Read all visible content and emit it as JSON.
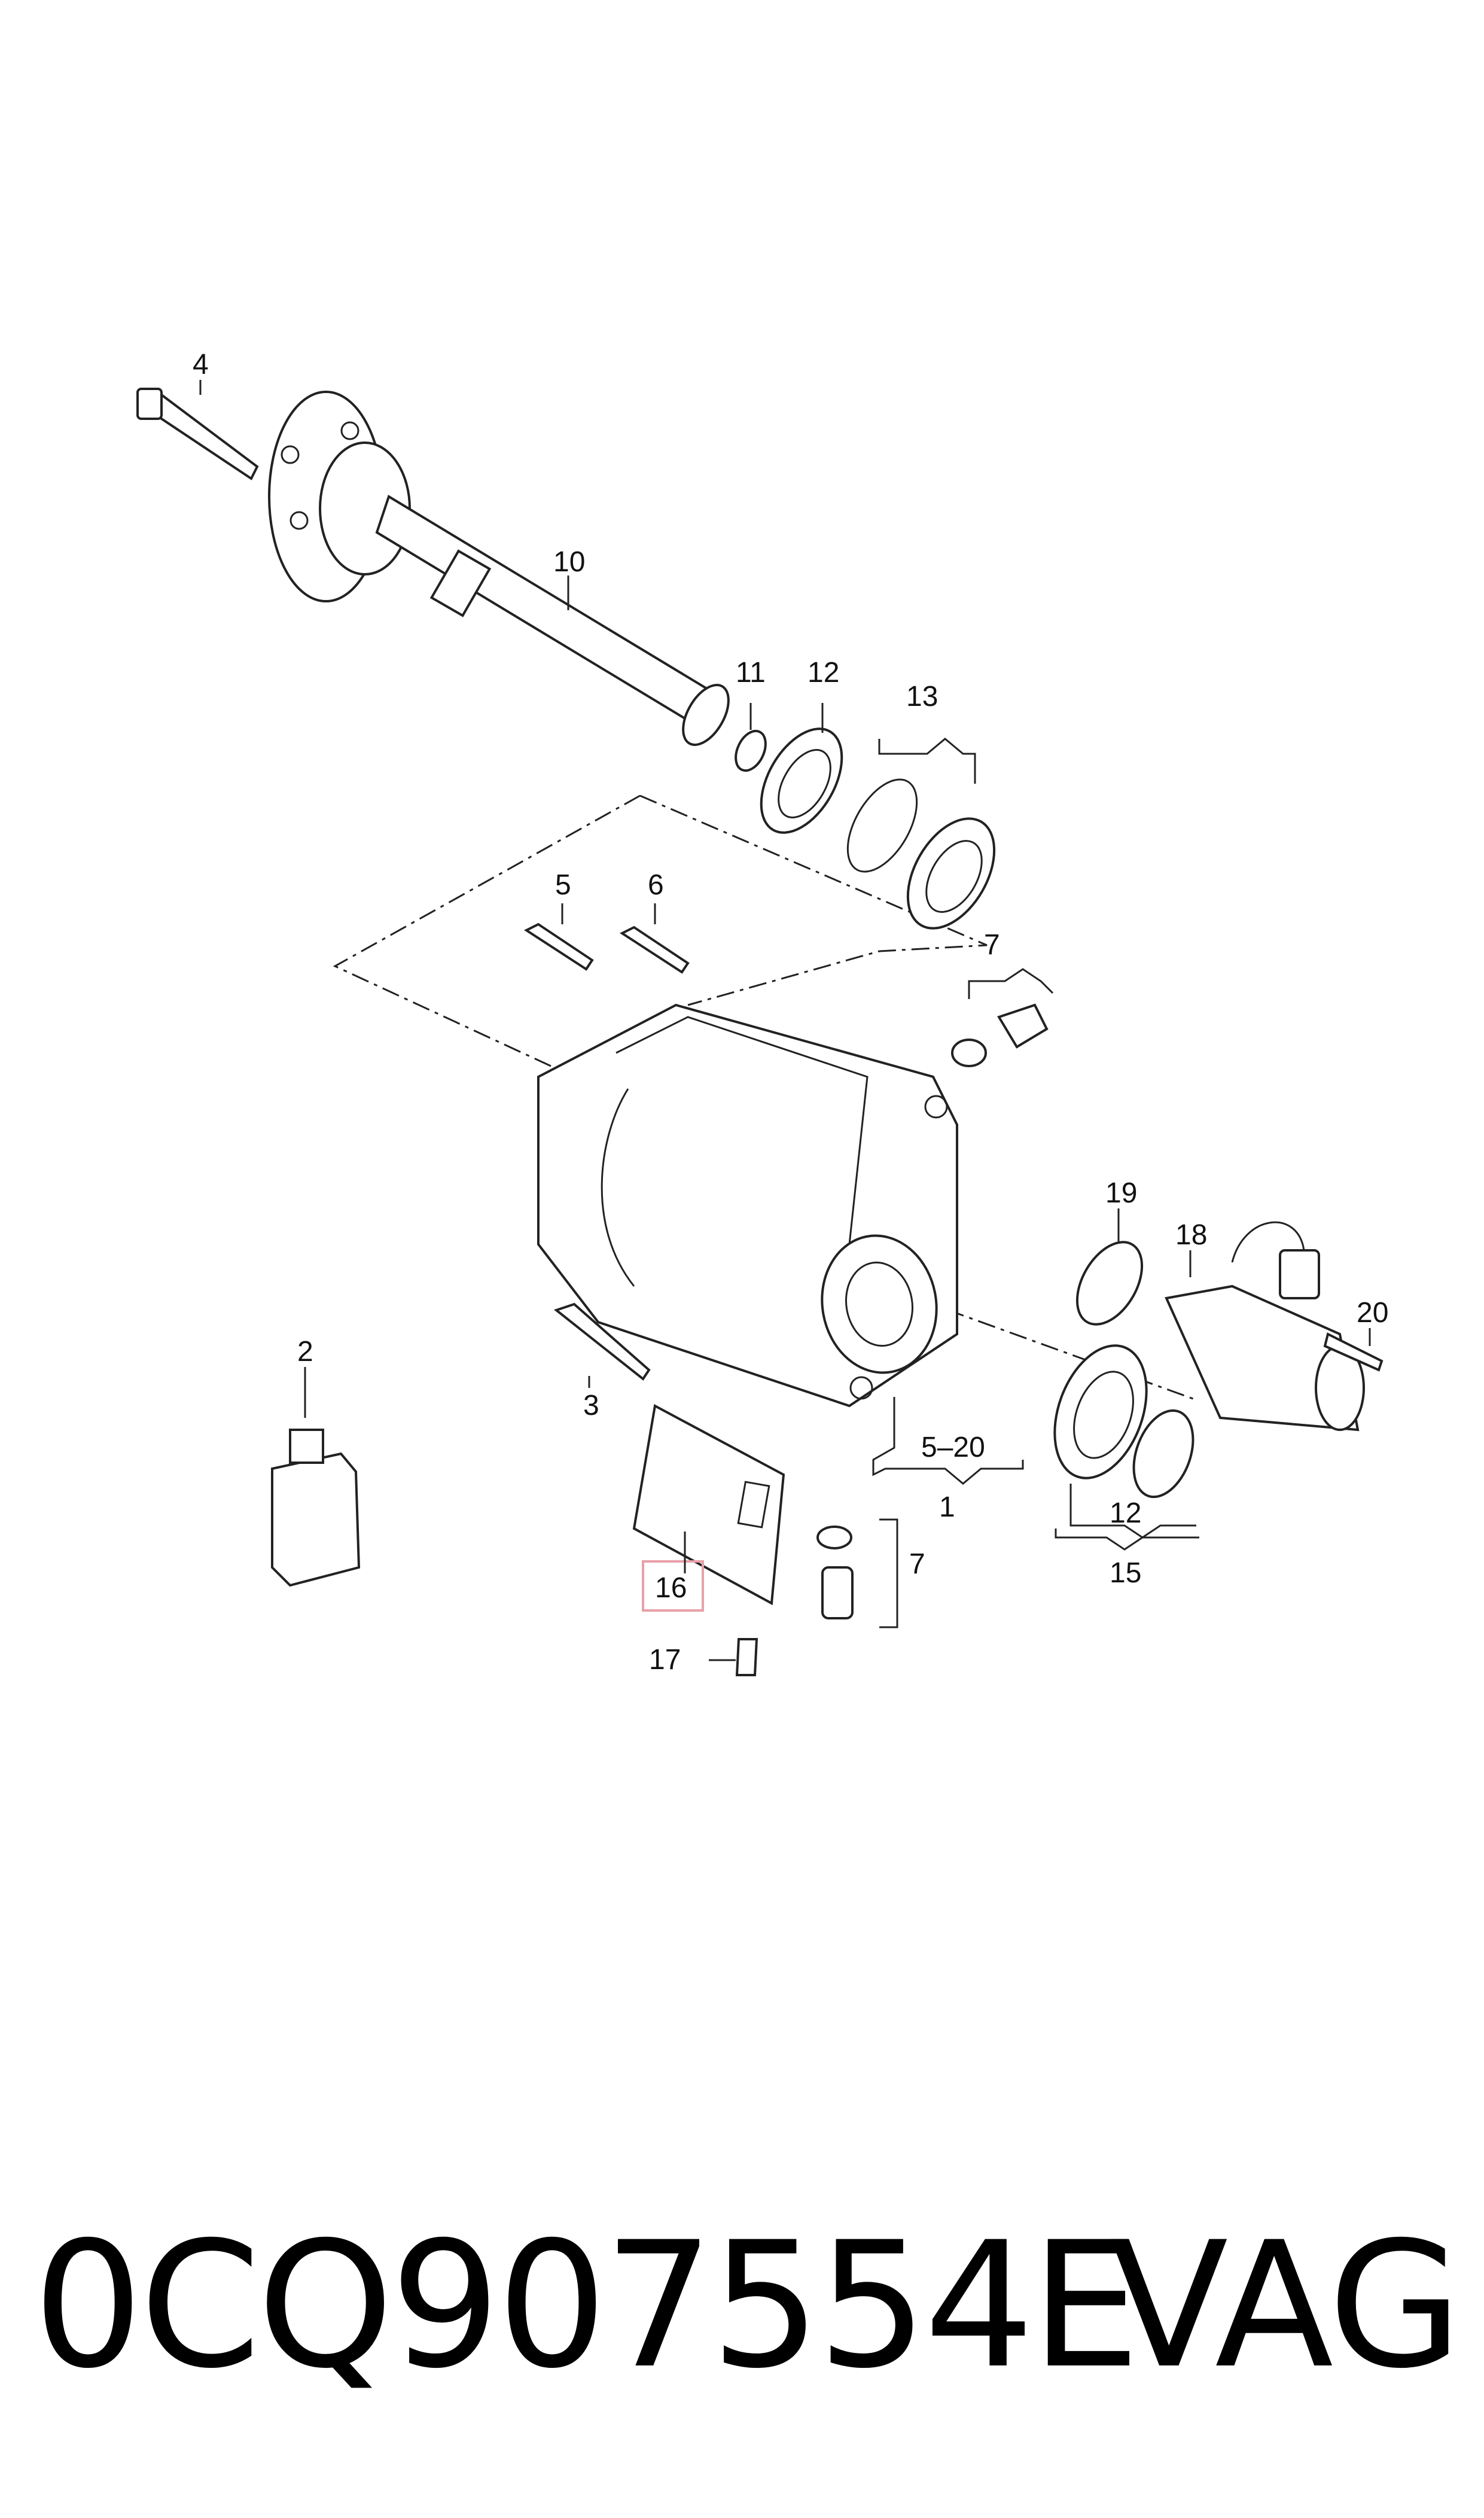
{
  "callouts": {
    "c1": "1",
    "c2": "2",
    "c3": "3",
    "c4": "4",
    "c5": "5",
    "c6": "6",
    "c7a": "7",
    "c7b": "7",
    "c10": "10",
    "c11": "11",
    "c12a": "12",
    "c12b": "12",
    "c13": "13",
    "c15": "15",
    "c16": "16",
    "c17": "17",
    "c18": "18",
    "c19": "19",
    "c20": "20",
    "c520": "5–20"
  },
  "highlight_color": "#e8a0a8",
  "footer": {
    "part_number": "0CQ907554E",
    "brand": "VAG"
  }
}
